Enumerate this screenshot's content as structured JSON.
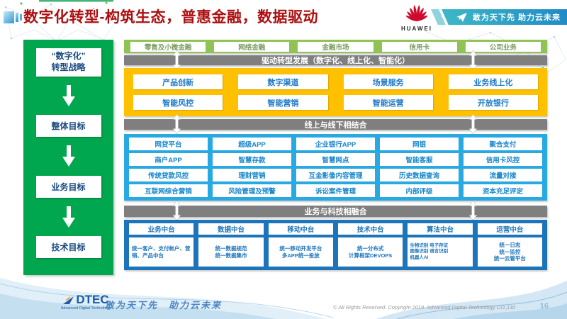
{
  "header": {
    "title": "数字化转型-构筑生态，普惠金融，数据驱动",
    "logo": "HUAWEI",
    "slogan": "敢为天下先 助力云未来"
  },
  "strategy": {
    "items": [
      "“数字化”\n转型战略",
      "整体目标",
      "业务目标",
      "技术目标"
    ]
  },
  "business_lines": [
    "零售及小微金融",
    "网络金融",
    "金融市场",
    "信用卡",
    "公司业务"
  ],
  "bars": {
    "drive": "驱动转型发展（数字化、线上化、智能化）",
    "online_offline": "线上与线下相结合",
    "tech_fusion": "业务与科技相融合"
  },
  "capabilities": [
    "产品创新",
    "数字渠道",
    "场景服务",
    "业务线上化",
    "智能风控",
    "智能营销",
    "智能运营",
    "开放银行"
  ],
  "channels": {
    "rows": [
      [
        "网贷平台",
        "超级APP",
        "企业银行APP",
        "网银",
        "聚合支付"
      ],
      [
        "商户APP",
        "智慧存款",
        "智慧网点",
        "智能客服",
        "信用卡风控"
      ],
      [
        "传统贷款风控",
        "理财营销",
        "互金影像内容管理",
        "历史数据查询",
        "流量对接"
      ],
      [
        "互联网综合营销",
        "风险管理及预警",
        "诉讼案件管理",
        "内部评级",
        "资本充足评定"
      ]
    ]
  },
  "platforms": [
    {
      "title": "业务中台",
      "desc": "统一客户、支付帐户、营销、产品中台"
    },
    {
      "title": "数据中台",
      "desc": "统一数据规范\n统一数据集市"
    },
    {
      "title": "移动中台",
      "desc": "统一移动开发平台\n多APP统一投放"
    },
    {
      "title": "技术中台",
      "desc": "统一分布式\n计算框架DEVOPS"
    },
    {
      "title": "算法中台",
      "desc": "生物识别 电子存证\n图像识别 语言识别\n机器人AI"
    },
    {
      "title": "运营中台",
      "desc": "统一日志\n统一监控\n统一云管平台"
    }
  ],
  "footer": {
    "logo_main": "DTEC",
    "logo_sub": "Advanced Digital Technology",
    "slogan": "敢为天下先　助力云未来",
    "copyright": "© All Rights Reserved. Copyright 2019. Advanced Digital Technology CO.,Ltd",
    "page": "16"
  },
  "colors": {
    "title_red": "#AE0F10",
    "panel_green": "#00A74F",
    "row_green": "#90C353",
    "gold": "#FFC000",
    "light_blue": "#29A9E1",
    "dark_blue": "#1C75BB",
    "bar_gray": "#7F7F7F",
    "huawei_red": "#CF0A2C",
    "text_blue": "#1E79C8"
  }
}
